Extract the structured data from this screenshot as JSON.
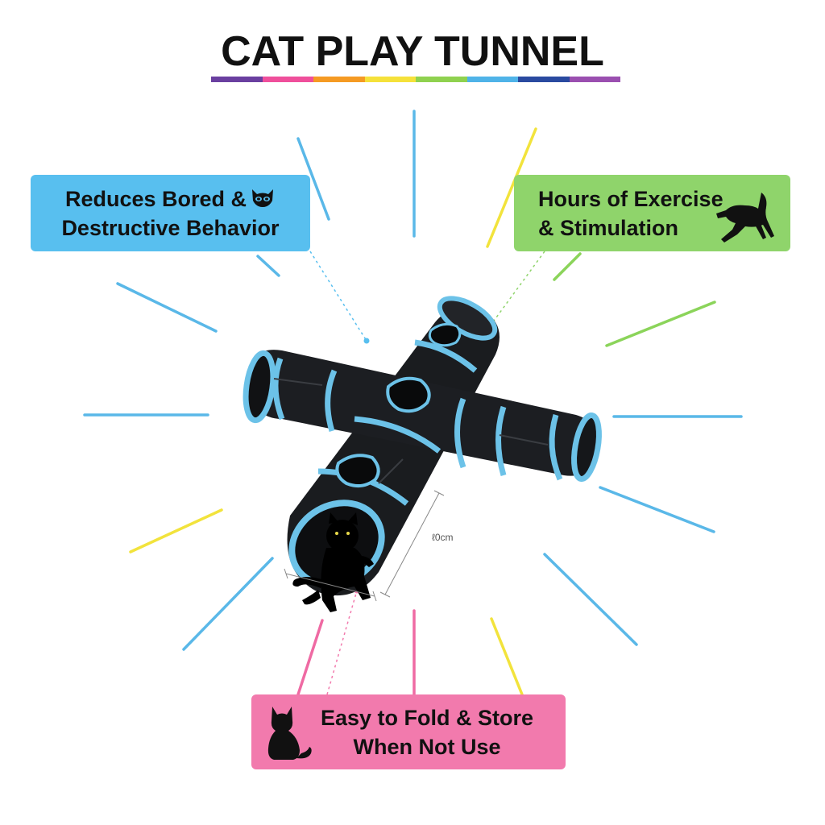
{
  "title": "CAT PLAY TUNNEL",
  "rainbow_colors": [
    "#6a3fa0",
    "#ef4f9b",
    "#f59a23",
    "#f5e13a",
    "#8fd14f",
    "#4fb3e8",
    "#2a4aa0",
    "#9a4fb0"
  ],
  "colors": {
    "blue_box": "#58bfef",
    "green_box": "#8fd46b",
    "pink_box": "#f27aad",
    "ray_blue": "#5ab8e8",
    "ray_yellow": "#f2e33c",
    "ray_green": "#8bd45a",
    "ray_pink": "#ef6aa3",
    "tunnel_body": "#1a1c1f",
    "tunnel_ring": "#6cc2e8"
  },
  "callouts": {
    "bored": {
      "line1": "Reduces Bored &",
      "line2": "Destructive Behavior",
      "icon": "cat-mask-icon"
    },
    "exercise": {
      "line1": "Hours of Exercise",
      "line2": "& Stimulation",
      "icon": "running-cat-icon"
    },
    "fold": {
      "line1": "Easy to Fold & Store",
      "line2": "When Not Use",
      "icon": "sitting-cat-icon"
    }
  },
  "product": {
    "dimension_label": "ℓ0cm",
    "icon": "cat-tunnel-image"
  }
}
